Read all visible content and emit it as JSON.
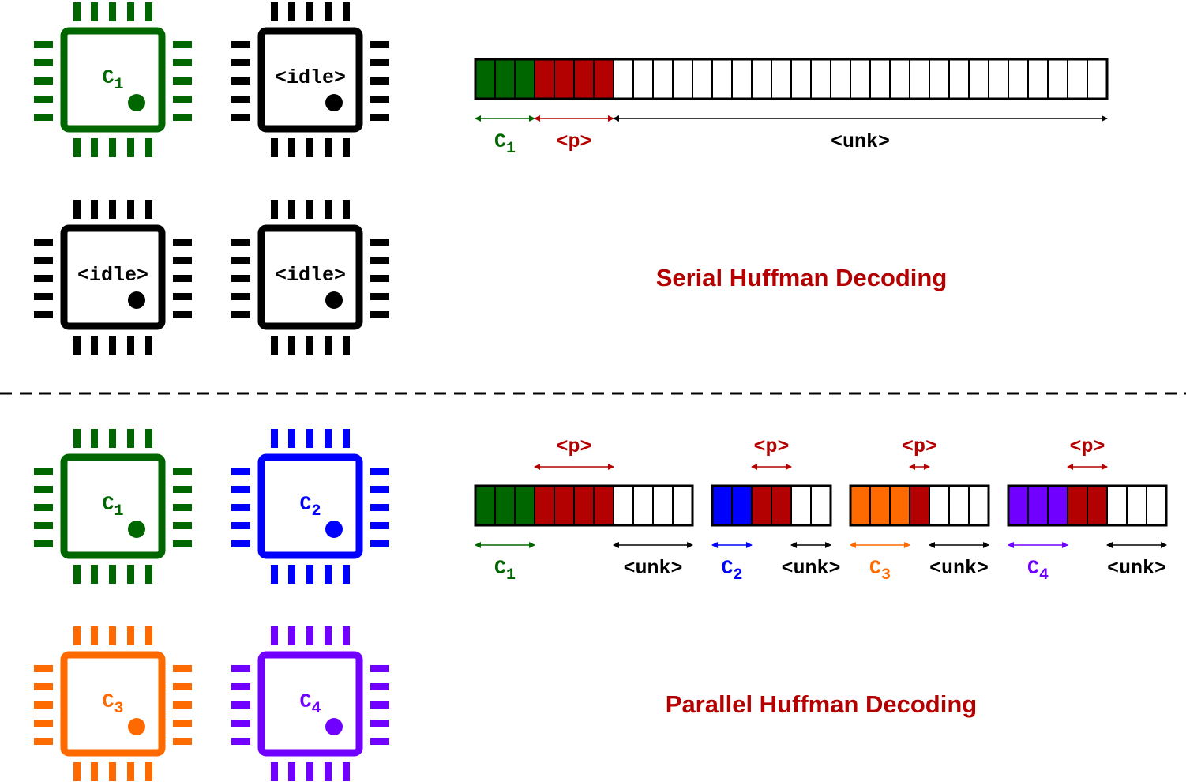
{
  "colors": {
    "green": "#006600",
    "red": "#b30000",
    "blue": "#0000ff",
    "orange": "#ff6a00",
    "purple": "#7000ff",
    "black": "#000000",
    "title": "#b30000"
  },
  "serial": {
    "title": "Serial Huffman Decoding",
    "chips": [
      {
        "label_main": "C",
        "label_sub": "1",
        "color": "green",
        "state": "active"
      },
      {
        "label": "<idle>",
        "color": "black",
        "state": "idle"
      },
      {
        "label": "<idle>",
        "color": "black",
        "state": "idle"
      },
      {
        "label": "<idle>",
        "color": "black",
        "state": "idle"
      }
    ],
    "stream": {
      "cells": [
        "green",
        "green",
        "green",
        "red",
        "red",
        "red",
        "red",
        "white",
        "white",
        "white",
        "white",
        "white",
        "white",
        "white",
        "white",
        "white",
        "white",
        "white",
        "white",
        "white",
        "white",
        "white",
        "white",
        "white",
        "white",
        "white",
        "white",
        "white",
        "white",
        "white",
        "white",
        "white"
      ],
      "spans": [
        {
          "label_main": "C",
          "label_sub": "1",
          "color": "green",
          "cells": 3,
          "placement": "below"
        },
        {
          "label": "<p>",
          "color": "red",
          "cells": 4,
          "placement": "below"
        },
        {
          "label": "<unk>",
          "color": "black",
          "cells": 25,
          "placement": "below"
        }
      ]
    }
  },
  "parallel": {
    "title": "Parallel Huffman Decoding",
    "chips": [
      {
        "label_main": "C",
        "label_sub": "1",
        "color": "green",
        "state": "active"
      },
      {
        "label_main": "C",
        "label_sub": "2",
        "color": "blue",
        "state": "active"
      },
      {
        "label_main": "C",
        "label_sub": "3",
        "color": "orange",
        "state": "active"
      },
      {
        "label_main": "C",
        "label_sub": "4",
        "color": "purple",
        "state": "active"
      }
    ],
    "streams": [
      {
        "cells": [
          "green",
          "green",
          "green",
          "red",
          "red",
          "red",
          "red",
          "white",
          "white",
          "white",
          "white"
        ],
        "core": {
          "label_main": "C",
          "label_sub": "1",
          "color": "green",
          "cells": 3
        },
        "p": {
          "label": "<p>",
          "color": "red",
          "start": 3,
          "cells": 4
        },
        "unk": {
          "label": "<unk>",
          "color": "black",
          "cells": 4
        }
      },
      {
        "cells": [
          "blue",
          "blue",
          "red",
          "red",
          "white",
          "white"
        ],
        "core": {
          "label_main": "C",
          "label_sub": "2",
          "color": "blue",
          "cells": 2
        },
        "p": {
          "label": "<p>",
          "color": "red",
          "start": 2,
          "cells": 2
        },
        "unk": {
          "label": "<unk>",
          "color": "black",
          "cells": 2
        }
      },
      {
        "cells": [
          "orange",
          "orange",
          "orange",
          "red",
          "white",
          "white",
          "white"
        ],
        "core": {
          "label_main": "C",
          "label_sub": "3",
          "color": "orange",
          "cells": 3
        },
        "p": {
          "label": "<p>",
          "color": "red",
          "start": 3,
          "cells": 1
        },
        "unk": {
          "label": "<unk>",
          "color": "black",
          "cells": 3
        }
      },
      {
        "cells": [
          "purple",
          "purple",
          "purple",
          "red",
          "red",
          "white",
          "white",
          "white"
        ],
        "core": {
          "label_main": "C",
          "label_sub": "4",
          "color": "purple",
          "cells": 3
        },
        "p": {
          "label": "<p>",
          "color": "red",
          "start": 3,
          "cells": 2
        },
        "unk": {
          "label": "<unk>",
          "color": "black",
          "cells": 3
        }
      }
    ]
  }
}
